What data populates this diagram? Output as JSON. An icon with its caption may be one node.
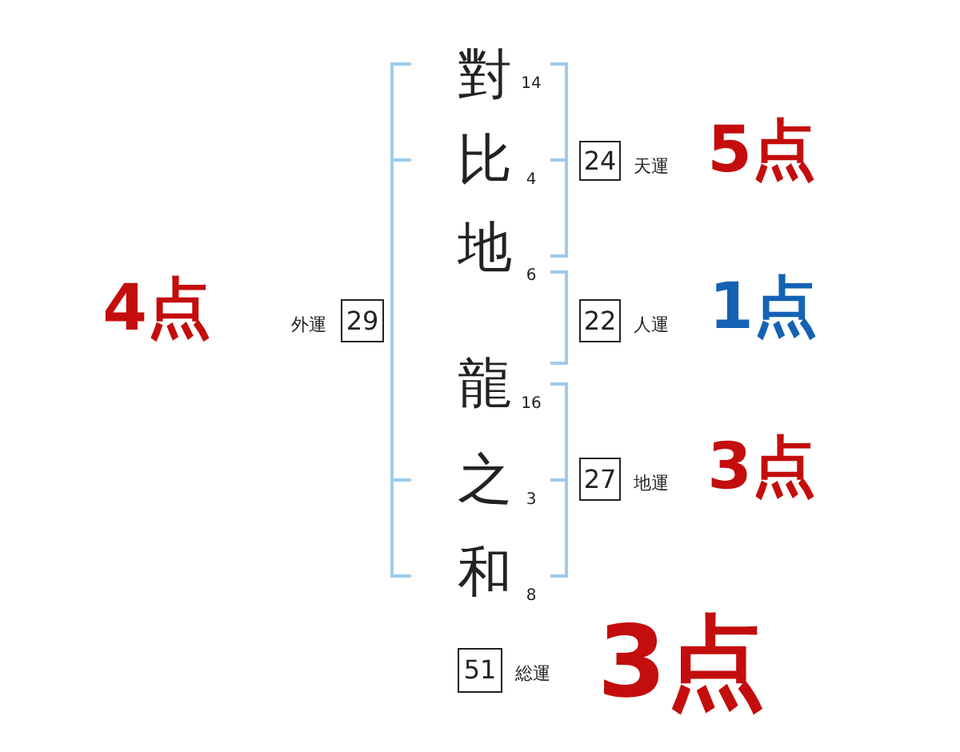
{
  "diagram": {
    "nodes": [
      {
        "text": [
          "24"
        ],
        "beside": [
          "天運"
        ]
      },
      {
        "text": [
          "29"
        ],
        "beside": [
          "外運"
        ]
      },
      {
        "text": [
          "22"
        ],
        "beside": [
          "人運"
        ]
      },
      {
        "text": [
          "27"
        ],
        "beside": [
          "地運"
        ]
      },
      {
        "text": [
          "51"
        ],
        "beside": [
          "総運"
        ]
      }
    ],
    "labels": [
      "對",
      "14",
      "比",
      "4",
      "5点",
      "地",
      "6",
      "4点",
      "1点",
      "龍",
      "16",
      "之",
      "3",
      "3点",
      "和",
      "8",
      "3点"
    ]
  }
}
